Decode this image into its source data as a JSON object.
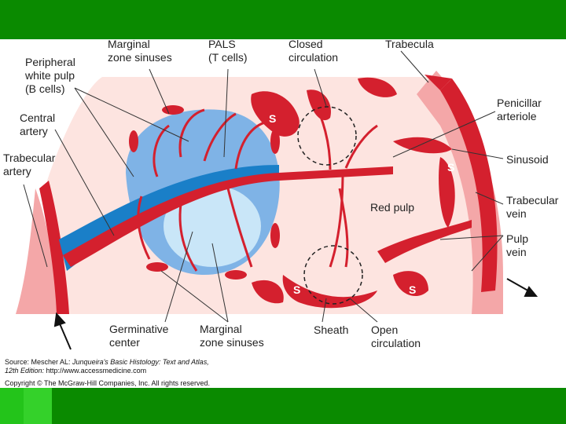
{
  "labels": {
    "marginal_zone_sinuses_top": "Marginal\nzone sinuses",
    "pals": "PALS\n(T cells)",
    "closed_circulation": "Closed\ncirculation",
    "trabecula": "Trabecula",
    "peripheral_white_pulp": "Peripheral\nwhite pulp\n(B cells)",
    "central_artery": "Central\nartery",
    "trabecular_artery": "Trabecular\nartery",
    "penicillar_arteriole": "Penicillar\narteriole",
    "sinusoid": "Sinusoid",
    "trabecular_vein": "Trabecular\nvein",
    "pulp_vein": "Pulp\nvein",
    "red_pulp": "Red pulp",
    "germinative_center": "Germinative\ncenter",
    "marginal_zone_sinuses_bottom": "Marginal\nzone sinuses",
    "sheath": "Sheath",
    "open_circulation": "Open\ncirculation",
    "sinus_marker": "S"
  },
  "source": {
    "line1_prefix": "Source: Mescher AL: ",
    "line1_title": "Junqueira's Basic Histology: Text and Atlas,",
    "line2_edition": "12th Edition: ",
    "line2_url": "http://www.accessmedicine.com",
    "copyright": "Copyright © The McGraw-Hill Companies, Inc. All rights reserved."
  },
  "colors": {
    "frame": "#0a8a00",
    "tab": "#23c41a",
    "vessel_red": "#d4202e",
    "red_pulp_bg": "#fde4e0",
    "white_pulp": "#7fb3e6",
    "germinal_center": "#c9e6f8",
    "central_artery_sheath": "#1a7fc8",
    "trabecula_pink": "#f4a7a8"
  }
}
